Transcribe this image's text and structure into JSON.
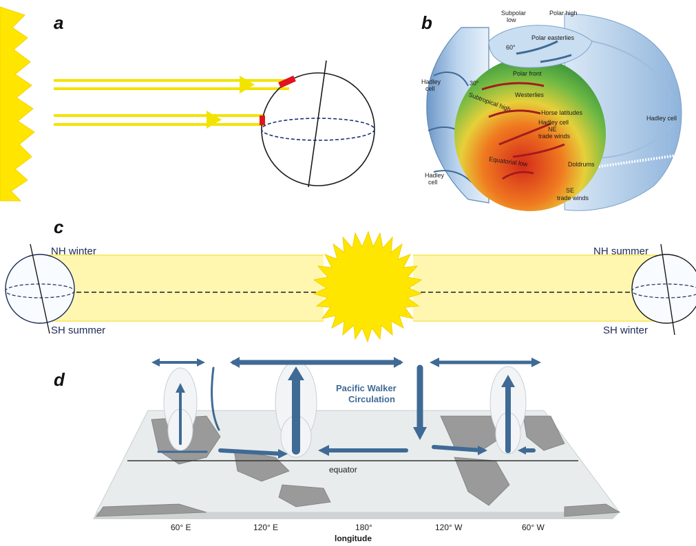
{
  "panels": {
    "a": {
      "letter": "a"
    },
    "b": {
      "letter": "b",
      "labels": {
        "subpolar_low_1": "Subpolar",
        "subpolar_low_2": "low",
        "polar_high": "Polar high",
        "polar_easterlies": "Polar easterlies",
        "lat_60": "60°",
        "polar_front": "Polar front",
        "hadley_left_top_1": "Hadley",
        "hadley_left_top_2": "cell",
        "lat_30": "30°",
        "subtropical_high": "Subtropical high",
        "westerlies": "Westerlies",
        "horse_latitudes": "Horse latitudes",
        "hadley_cell_inner": "Hadley cell",
        "ne_trade_1": "NE",
        "ne_trade_2": "trade winds",
        "hadley_right": "Hadley cell",
        "equatorial_low": "Equatorial low",
        "doldrums": "Doldrums",
        "hadley_left_bottom_1": "Hadley",
        "hadley_left_bottom_2": "cell",
        "se_trade_1": "SE",
        "se_trade_2": "trade winds"
      }
    },
    "c": {
      "letter": "c",
      "nh_winter": "NH winter",
      "sh_summer": "SH summer",
      "nh_summer": "NH summer",
      "sh_winter": "SH winter"
    },
    "d": {
      "letter": "d",
      "title_1": "Pacific Walker",
      "title_2": "Circulation",
      "equator": "equator",
      "ticks": [
        "60° E",
        "120° E",
        "180°",
        "120° W",
        "60° W"
      ],
      "axis_label": "longitude"
    }
  },
  "colors": {
    "sun": "#ffe600",
    "ray": "#f2e400",
    "beam": "#fff7b0",
    "highlight": "#e0141e",
    "globe_line": "#1a1a1a",
    "equator_dash": "#1b2f7a",
    "cell_blue": "#8fb4dc",
    "arrow_blue": "#3f6a95"
  }
}
